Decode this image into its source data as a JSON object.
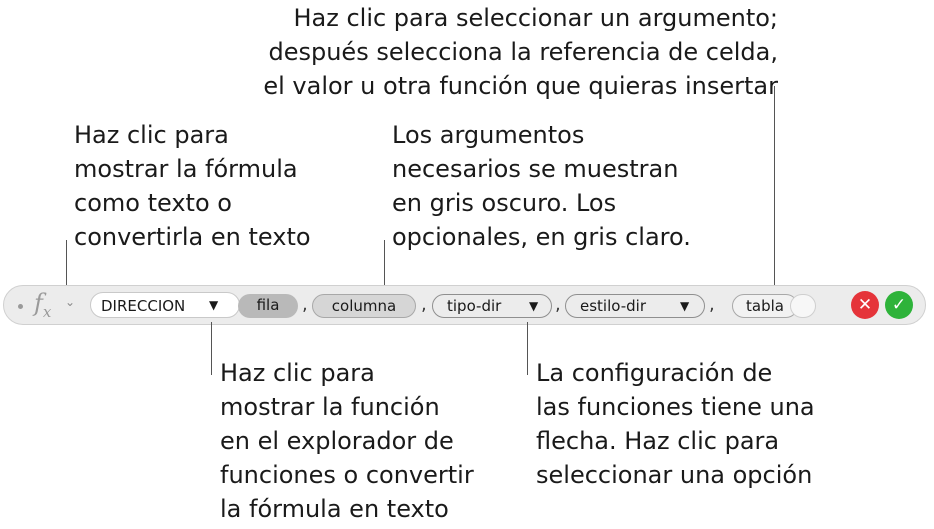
{
  "callouts": {
    "argument_click": [
      "Haz clic para seleccionar un argumento;",
      "después selecciona la referencia de celda,",
      "el valor u otra función que quieras insertar"
    ],
    "formula_text": [
      "Haz clic para",
      "mostrar la fórmula",
      "como texto o",
      "convertirla en texto"
    ],
    "required_args": [
      "Los argumentos",
      "necesarios se muestran",
      "en gris oscuro. Los",
      "opcionales, en gris claro."
    ],
    "function_browser": [
      "Haz clic para",
      "mostrar la función",
      "en el explorador de",
      "funciones o convertir",
      "la fórmula en texto"
    ],
    "settings_arrow": [
      "La configuración de",
      "las funciones tiene una",
      "flecha. Haz clic para",
      "seleccionar una opción"
    ]
  },
  "formula_bar": {
    "fx_label": "f",
    "fx_sub": "x",
    "function_name": "DIRECCION",
    "arguments": [
      "fila",
      "columna",
      "tipo-dir",
      "estilo-dir",
      "tabla"
    ],
    "separator": ",",
    "cancel_symbol": "✕",
    "confirm_symbol": "✓"
  },
  "colors": {
    "required_arg": "#b9b9b9",
    "optional_arg": "#ececec",
    "cancel": "#e5343a",
    "confirm": "#2eb33a"
  },
  "icons": [
    "handle-icon",
    "fx-icon",
    "chevron-down-icon",
    "caret-down-icon",
    "cancel-icon",
    "confirm-icon"
  ]
}
